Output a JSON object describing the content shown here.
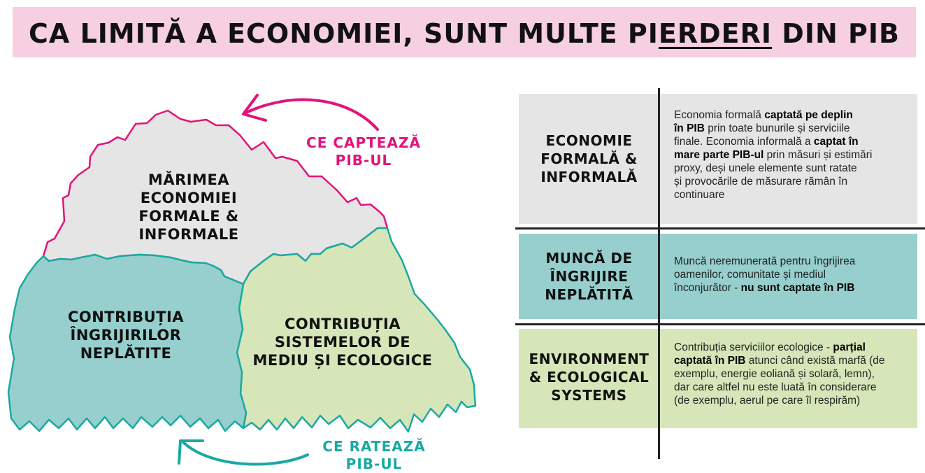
{
  "title": {
    "before": "CA LIMITĂ A ECONOMIEI, SUNT MULTE PI",
    "underlined": "ERDERI",
    "after": " DIN PIB"
  },
  "map": {
    "region_formal": [
      "MĂRIMEA ECONOMIEI",
      "FORMALE &",
      "INFORMALE"
    ],
    "region_care": [
      "CONTRIBUȚIA",
      "ÎNGRIJIRILOR",
      "NEPLĂTITE"
    ],
    "region_env": [
      "CONTRIBUȚIA",
      "SISTEMELOR DE",
      "MEDIU ȘI ECOLOGICE"
    ],
    "captures": [
      "CE CAPTEAZĂ",
      "PIB-UL"
    ],
    "misses": [
      "CE RATEAZĂ",
      "PIB-UL"
    ]
  },
  "colors": {
    "pink": "#e2137a",
    "teal": "#1aa9a2",
    "formal_fill": "#e5e5e5",
    "care_fill": "#96cfcd",
    "env_fill": "#d6e6b8",
    "title_band": "#f6cfe0"
  },
  "table": {
    "rows": [
      {
        "heading": [
          "ECONOMIE",
          "FORMALĂ &",
          "INFORMALĂ"
        ],
        "lines": [
          [
            {
              "t": "Economia formală "
            },
            {
              "t": "captată pe deplin",
              "b": true
            }
          ],
          [
            {
              "t": "în PIB",
              "b": true
            },
            {
              "t": " prin toate bunurile și serviciile"
            }
          ],
          [
            {
              "t": "finale. Economia informală a "
            },
            {
              "t": "captat în",
              "b": true
            }
          ],
          [
            {
              "t": "mare parte PIB-ul",
              "b": true
            },
            {
              "t": " prin măsuri și estimări"
            }
          ],
          [
            {
              "t": "proxy, deși unele elemente sunt ratate"
            }
          ],
          [
            {
              "t": "și provocările de măsurare rămân în"
            }
          ],
          [
            {
              "t": "continuare"
            }
          ]
        ]
      },
      {
        "heading": [
          "MUNCĂ DE",
          "ÎNGRIJIRE",
          "NEPLĂTITĂ"
        ],
        "lines": [
          [
            {
              "t": "Muncă neremunerată pentru îngrijirea"
            }
          ],
          [
            {
              "t": "oamenilor, comunitate și mediul"
            }
          ],
          [
            {
              "t": "înconjurător - "
            },
            {
              "t": "nu sunt captate în PIB",
              "b": true
            }
          ]
        ]
      },
      {
        "heading": [
          "ENVIRONMENT",
          "& ECOLOGICAL",
          "SYSTEMS"
        ],
        "lines": [
          [
            {
              "t": "Contribuția serviciilor ecologice - "
            },
            {
              "t": "parțial",
              "b": true
            }
          ],
          [
            {
              "t": "captată în PIB",
              "b": true
            },
            {
              "t": " atunci când există marfă (de"
            }
          ],
          [
            {
              "t": "exemplu, energie eoliană și solară, lemn),"
            }
          ],
          [
            {
              "t": "dar care altfel nu este luată în considerare"
            }
          ],
          [
            {
              "t": "(de exemplu, aerul pe care îl respirăm)"
            }
          ]
        ]
      }
    ]
  }
}
